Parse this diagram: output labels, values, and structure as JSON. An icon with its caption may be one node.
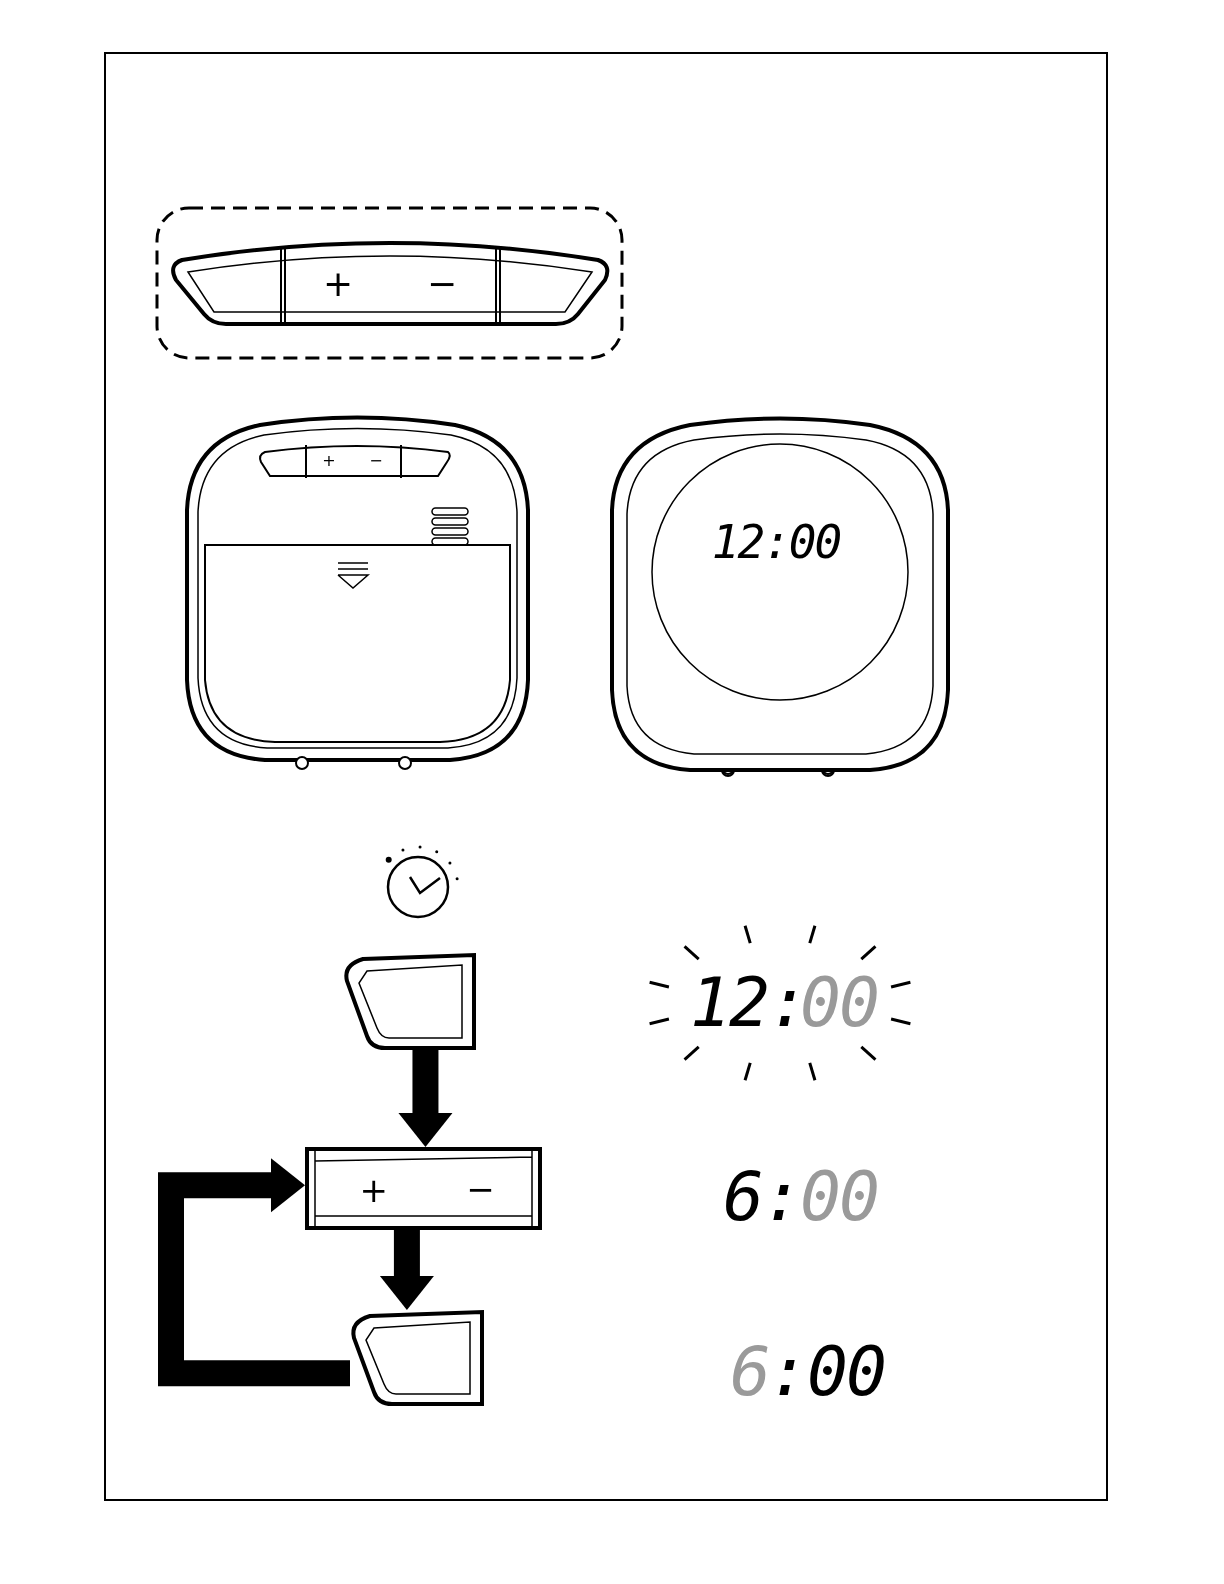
{
  "diagram": {
    "nodes": [
      {
        "text": [],
        "shape": "box"
      },
      {
        "text": [
          "+",
          "−"
        ]
      },
      {
        "text": [],
        "shape": "box"
      }
    ],
    "edges": [
      {
        "from": 0,
        "to": 1,
        "arrow": "to"
      },
      {
        "from": 1,
        "to": 2,
        "arrow": "to"
      },
      {
        "from": 2,
        "to": 1,
        "arrow": "to"
      }
    ],
    "labels": [
      "+",
      "−",
      "+",
      "−",
      "12:00",
      "12:",
      "00",
      "6:",
      "00",
      "6",
      ":00"
    ]
  }
}
